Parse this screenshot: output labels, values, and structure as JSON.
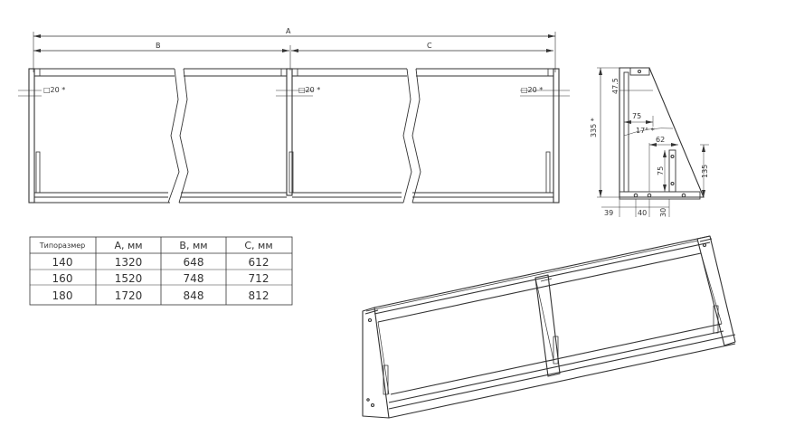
{
  "dimensions": {
    "a": "A",
    "b": "B",
    "c": "C",
    "square_left": "□20 *",
    "square_mid": "□20 *",
    "square_right": "□20 *",
    "h335": "335 *",
    "d475": "47.5",
    "d75a": "75",
    "angle": "17° *",
    "d62": "62",
    "d75b": "75",
    "d135": "135",
    "d39": "39",
    "d40": "40",
    "d30": "30"
  },
  "table": {
    "headers": [
      "Типоразмер",
      "А, мм",
      "В, мм",
      "С, мм"
    ],
    "rows": [
      [
        "140",
        "1320",
        "648",
        "612"
      ],
      [
        "160",
        "1520",
        "748",
        "712"
      ],
      [
        "180",
        "1720",
        "848",
        "812"
      ]
    ]
  }
}
